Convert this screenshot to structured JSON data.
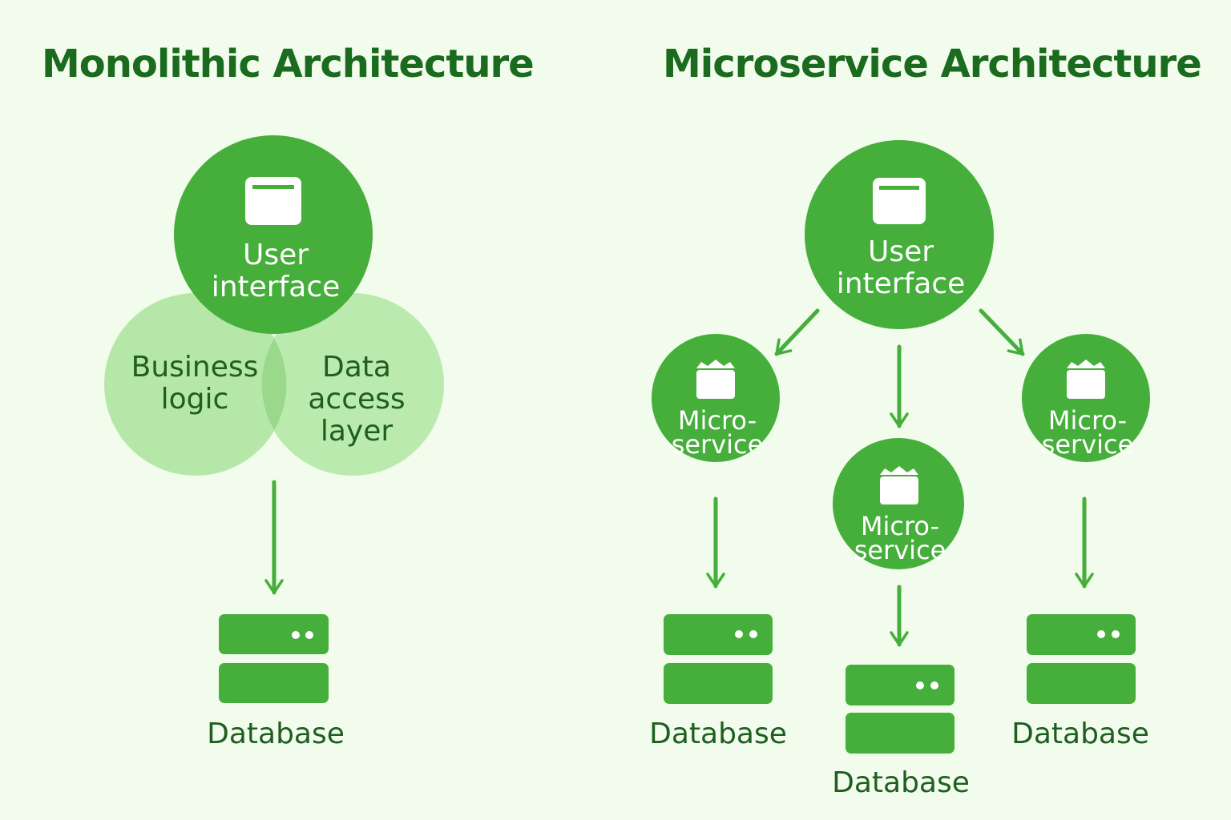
{
  "monolithic": {
    "title": "Monolithic Architecture",
    "ui_label": [
      "User",
      "interface"
    ],
    "business_label": [
      "Business",
      "logic"
    ],
    "data_access_label": [
      "Data",
      "access",
      "layer"
    ],
    "database_label": "Database"
  },
  "microservice": {
    "title": "Microservice Architecture",
    "ui_label": [
      "User",
      "interface"
    ],
    "services": [
      {
        "label": [
          "Micro-",
          "service"
        ],
        "database_label": "Database"
      },
      {
        "label": [
          "Micro-",
          "service"
        ],
        "database_label": "Database"
      },
      {
        "label": [
          "Micro-",
          "service"
        ],
        "database_label": "Database"
      }
    ]
  },
  "colors": {
    "background": "#f2fcec",
    "primary_green": "#46ae3b",
    "light_green": "#b5e8a8",
    "title_green": "#1a6b1e",
    "label_dark": "#1e5e1f"
  },
  "icons": [
    "window-icon",
    "database-icon",
    "service-icon",
    "arrow-down-icon"
  ]
}
